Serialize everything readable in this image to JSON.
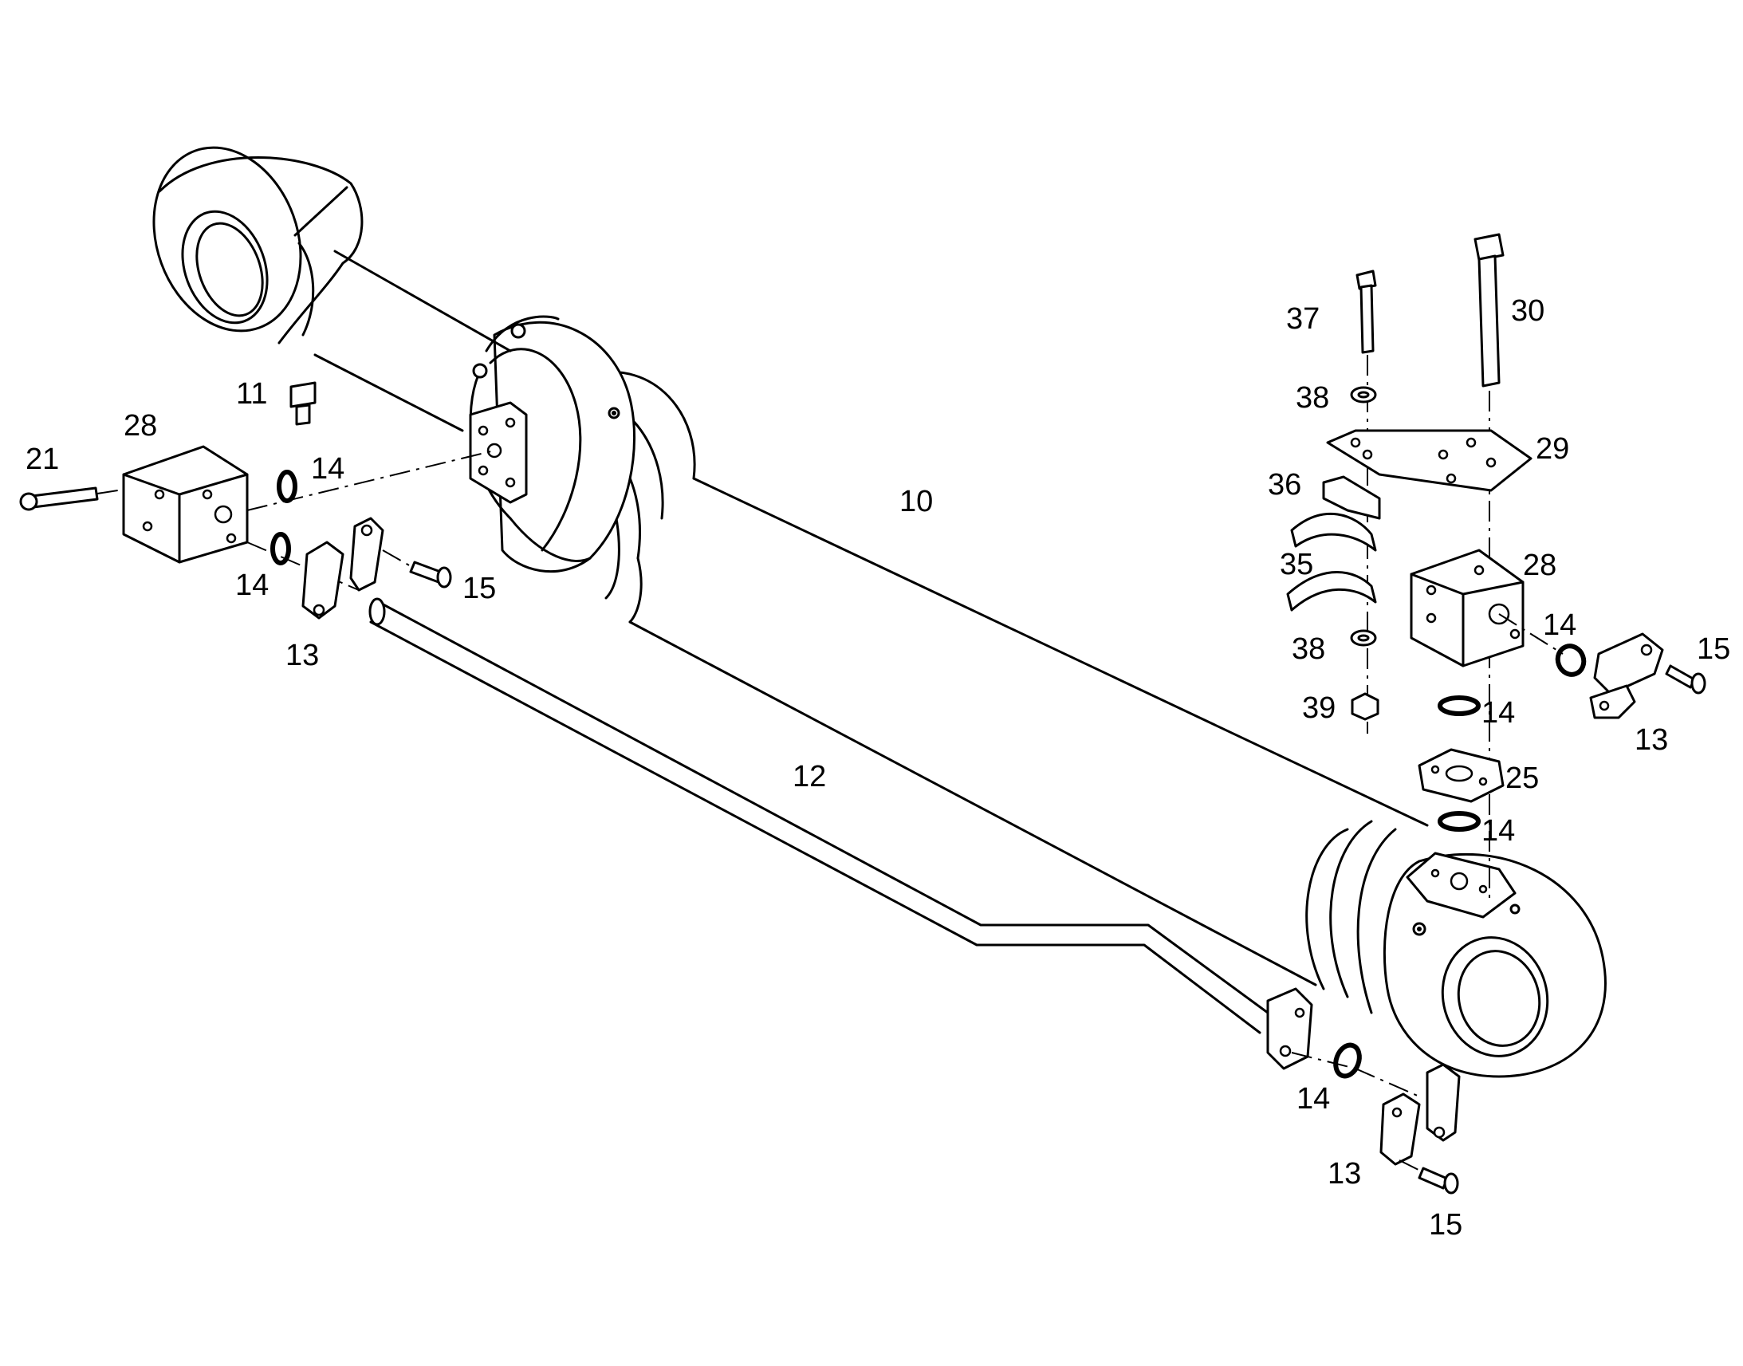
{
  "diagram": {
    "background": "#ffffff",
    "line_color": "#000000",
    "callouts": [
      {
        "id": "c10",
        "text": "10"
      },
      {
        "id": "c11",
        "text": "11"
      },
      {
        "id": "c12",
        "text": "12"
      },
      {
        "id": "c13a",
        "text": "13"
      },
      {
        "id": "c13b",
        "text": "13"
      },
      {
        "id": "c13c",
        "text": "13"
      },
      {
        "id": "c14a",
        "text": "14"
      },
      {
        "id": "c14b",
        "text": "14"
      },
      {
        "id": "c14c",
        "text": "14"
      },
      {
        "id": "c14d",
        "text": "14"
      },
      {
        "id": "c14e",
        "text": "14"
      },
      {
        "id": "c14f",
        "text": "14"
      },
      {
        "id": "c15a",
        "text": "15"
      },
      {
        "id": "c15b",
        "text": "15"
      },
      {
        "id": "c15c",
        "text": "15"
      },
      {
        "id": "c21",
        "text": "21"
      },
      {
        "id": "c25",
        "text": "25"
      },
      {
        "id": "c28a",
        "text": "28"
      },
      {
        "id": "c28b",
        "text": "28"
      },
      {
        "id": "c29",
        "text": "29"
      },
      {
        "id": "c30",
        "text": "30"
      },
      {
        "id": "c35",
        "text": "35"
      },
      {
        "id": "c36",
        "text": "36"
      },
      {
        "id": "c37",
        "text": "37"
      },
      {
        "id": "c38a",
        "text": "38"
      },
      {
        "id": "c38b",
        "text": "38"
      },
      {
        "id": "c39",
        "text": "39"
      }
    ]
  }
}
